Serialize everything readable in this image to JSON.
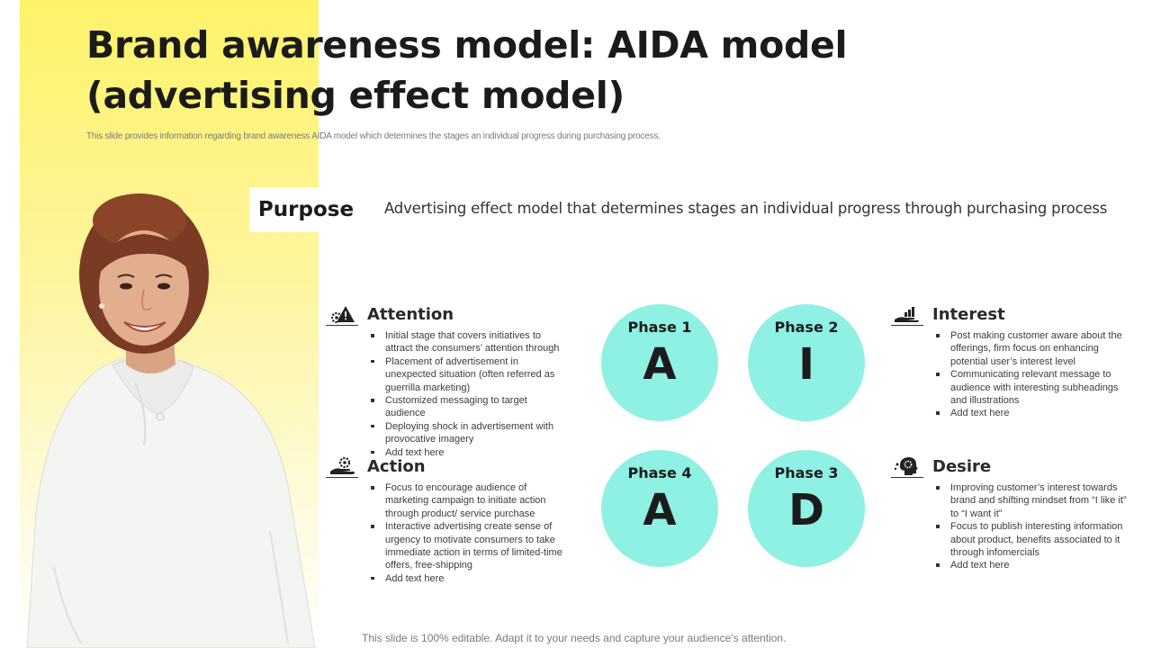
{
  "slide": {
    "title_line1": "Brand awareness model: AIDA model",
    "title_line2": "(advertising effect model)",
    "subtitle": "This slide provides information regarding brand awareness AIDA model which determines the stages an individual progress during purchasing process.",
    "footer": "This slide is 100% editable. Adapt it to your needs and capture your audience’s attention."
  },
  "purpose": {
    "label": "Purpose",
    "text": "Advertising effect model that determines stages an individual progress through purchasing process"
  },
  "phases": [
    {
      "label": "Phase 1",
      "letter": "A"
    },
    {
      "label": "Phase 2",
      "letter": "I"
    },
    {
      "label": "Phase 4",
      "letter": "A"
    },
    {
      "label": "Phase 3",
      "letter": "D"
    }
  ],
  "sections": {
    "attention": {
      "title": "Attention",
      "icon": "warning-gear-icon",
      "items": [
        "Initial stage that covers initiatives to attract the consumers’ attention through",
        "Placement of advertisement in unexpected situation (often referred as guerrilla marketing)",
        "Customized messaging to target audience",
        "Deploying shock in advertisement with provocative imagery",
        "Add text here"
      ]
    },
    "action": {
      "title": "Action",
      "icon": "hand-gear-icon",
      "items": [
        "Focus to encourage audience of marketing campaign to initiate action through product/ service purchase",
        "Interactive advertising create sense of urgency to motivate consumers to take immediate action in terms of limited-time offers, free-shipping",
        "Add text here"
      ]
    },
    "interest": {
      "title": "Interest",
      "icon": "hand-growth-icon",
      "items": [
        "Post making customer aware about the offerings, firm focus on enhancing potential user’s interest level",
        "Communicating relevant message to audience with interesting subheadings and illustrations",
        "Add text here"
      ]
    },
    "desire": {
      "title": "Desire",
      "icon": "head-gear-icon",
      "items": [
        "Improving customer’s interest towards brand and shifting mindset from “I like it” to “I want it”",
        "Focus to publish interesting information about product, benefits associated to it through infomercials",
        "Add text here"
      ]
    }
  },
  "colors": {
    "accent_yellow": "#fdf36a",
    "circle_teal": "#8ff0e4",
    "text_dark": "#1b1b1b"
  }
}
